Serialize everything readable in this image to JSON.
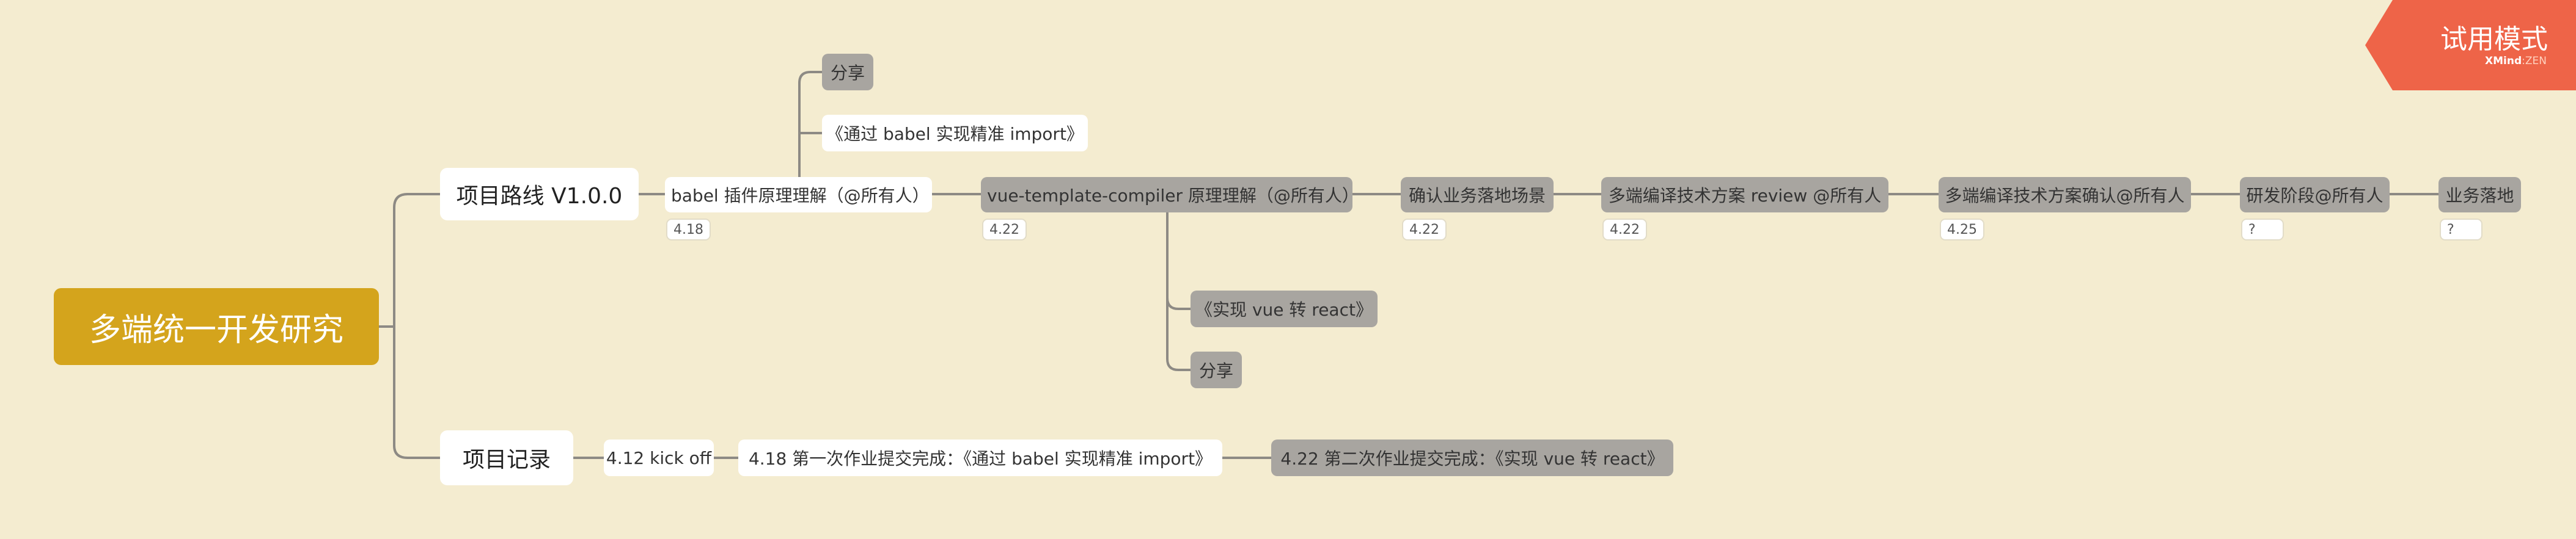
{
  "root": {
    "text": "多端统一开发研究"
  },
  "branches": {
    "roadmap": {
      "title": "项目路线 V1.0.0",
      "babel": {
        "text": "babel 插件原理理解（@所有人）",
        "label": "4.18"
      },
      "babel_share": "分享",
      "babel_article": "《通过 babel 实现精准 import》",
      "vue_compiler": {
        "text": "vue-template-compiler 原理理解（@所有人）",
        "label": "4.22"
      },
      "vue_article": "《实现  vue 转 react》",
      "vue_share": "分享",
      "confirm_scene": {
        "text": "确认业务落地场景",
        "label": "4.22"
      },
      "review": {
        "text": "多端编译技术方案 review @所有人",
        "label": "4.22"
      },
      "confirm_plan": {
        "text": "多端编译技术方案确认@所有人",
        "label": "4.25"
      },
      "dev_stage": {
        "text": "研发阶段@所有人",
        "label": "?"
      },
      "landing": {
        "text": "业务落地",
        "label": "?"
      }
    },
    "records": {
      "title": "项目记录",
      "kickoff": "4.12 kick off",
      "first": "4.18 第一次作业提交完成：《通过 babel 实现精准 import》",
      "second": "4.22 第二次作业提交完成：《实现  vue 转 react》"
    }
  },
  "badge": {
    "title": "试用模式",
    "brand": "XMind",
    "edition": "ZEN",
    "separator": ":"
  },
  "colors": {
    "background": "#f4ecd0",
    "root": "#d4a41c",
    "connector": "#8d8a84",
    "gray_node": "#a8a5a0",
    "badge": "#ee6448"
  }
}
